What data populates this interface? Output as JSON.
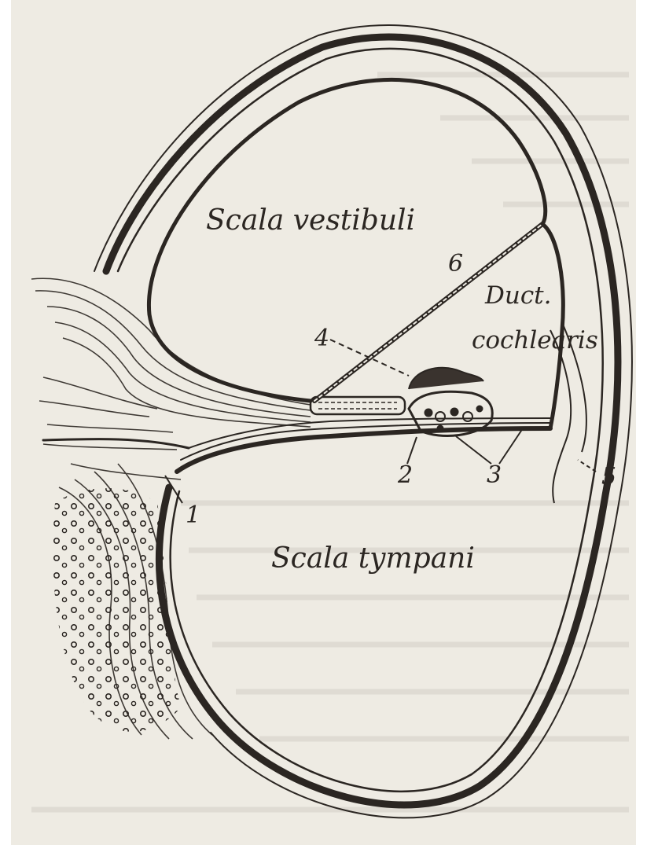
{
  "diagram": {
    "regions": {
      "scala_vestibuli": "Scala vestibuli",
      "scala_tympani": "Scala tympani",
      "duct_line1": "Duct.",
      "duct_line2": "cochlearis"
    },
    "numbers": {
      "n1": "1",
      "n2": "2",
      "n3": "3",
      "n4": "4",
      "n5": "5",
      "n6": "6"
    }
  },
  "colors": {
    "paper": "#eeebe3",
    "ink": "#2b2622"
  }
}
